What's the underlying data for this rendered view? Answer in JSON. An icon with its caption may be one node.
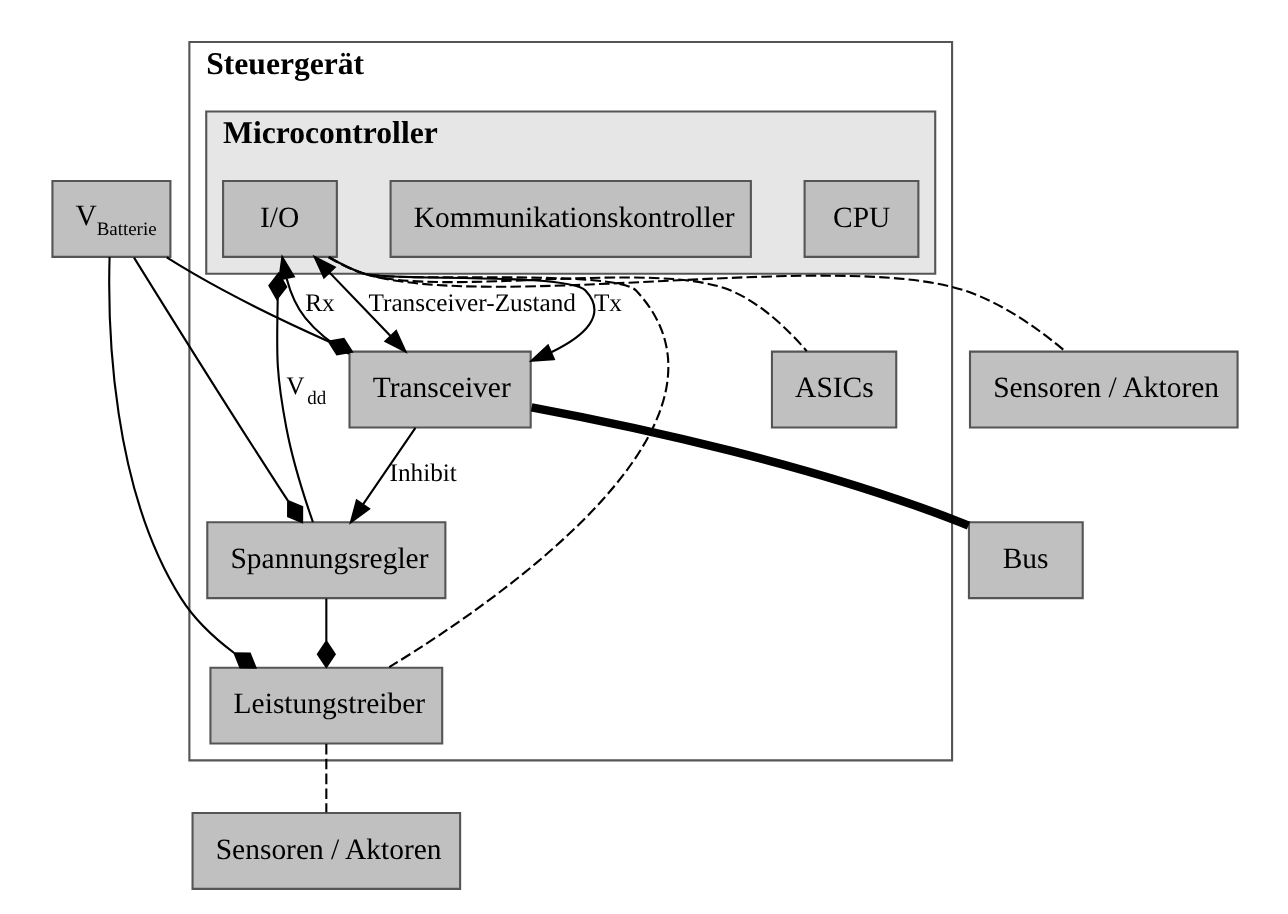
{
  "diagram": {
    "nodes": [
      {
        "text": [
          "Steuergerät"
        ]
      },
      {
        "text": [
          "Microcontroller"
        ],
        "in": 0
      },
      {
        "text": [
          "CPU"
        ],
        "in": 1
      },
      {
        "text": [
          "Kommunikationskontroller"
        ],
        "in": 1
      },
      {
        "text": [
          "I/O"
        ],
        "in": 1
      },
      {
        "text": [
          "ASICs"
        ],
        "in": 0
      },
      {
        "text": [
          "Leistungstreiber"
        ],
        "in": 0
      },
      {
        "text": [
          "Spannungsregler"
        ],
        "in": 0
      },
      {
        "text": [
          "Transceiver"
        ],
        "in": 0
      },
      {
        "text": [
          "Sensoren / Aktoren"
        ]
      },
      {
        "text": [
          "Sensoren / Aktoren"
        ]
      },
      {
        "text": [
          "Bus"
        ]
      },
      {
        "text": [
          "V$_{Batterie}$"
        ]
      }
    ],
    "edges": [
      {
        "from": 1,
        "to": 9,
        "arrow": "none",
        "style": "dashed"
      },
      {
        "from": 4,
        "to": 5,
        "arrow": "none",
        "style": "dashed"
      },
      {
        "from": 4,
        "to": 6,
        "arrow": "none",
        "style": "dashed"
      },
      {
        "from": 6,
        "to": 10,
        "arrow": "none",
        "style": "dashed"
      },
      {
        "from": 4,
        "to": 8,
        "arrow": "both",
        "label": "Transceiver-Zustand"
      },
      {
        "from": 8,
        "to": 4,
        "arrow": "to",
        "label": "Rx"
      },
      {
        "from": 4,
        "to": 8,
        "arrow": "to",
        "label": "Tx"
      },
      {
        "from": 8,
        "to": 7,
        "arrow": "to",
        "label": "Inhibit"
      },
      {
        "from": 7,
        "to": 6,
        "arrow": "other"
      },
      {
        "from": 7,
        "to": 1,
        "arrow": "other",
        "label": "V$_{dd}$"
      },
      {
        "from": 12,
        "to": 8,
        "arrow": "other"
      },
      {
        "from": 12,
        "to": 7,
        "arrow": "other"
      },
      {
        "from": 12,
        "to": 6,
        "arrow": "other"
      },
      {
        "from": 8,
        "to": 11,
        "arrow": "none",
        "style": "thick"
      }
    ]
  }
}
